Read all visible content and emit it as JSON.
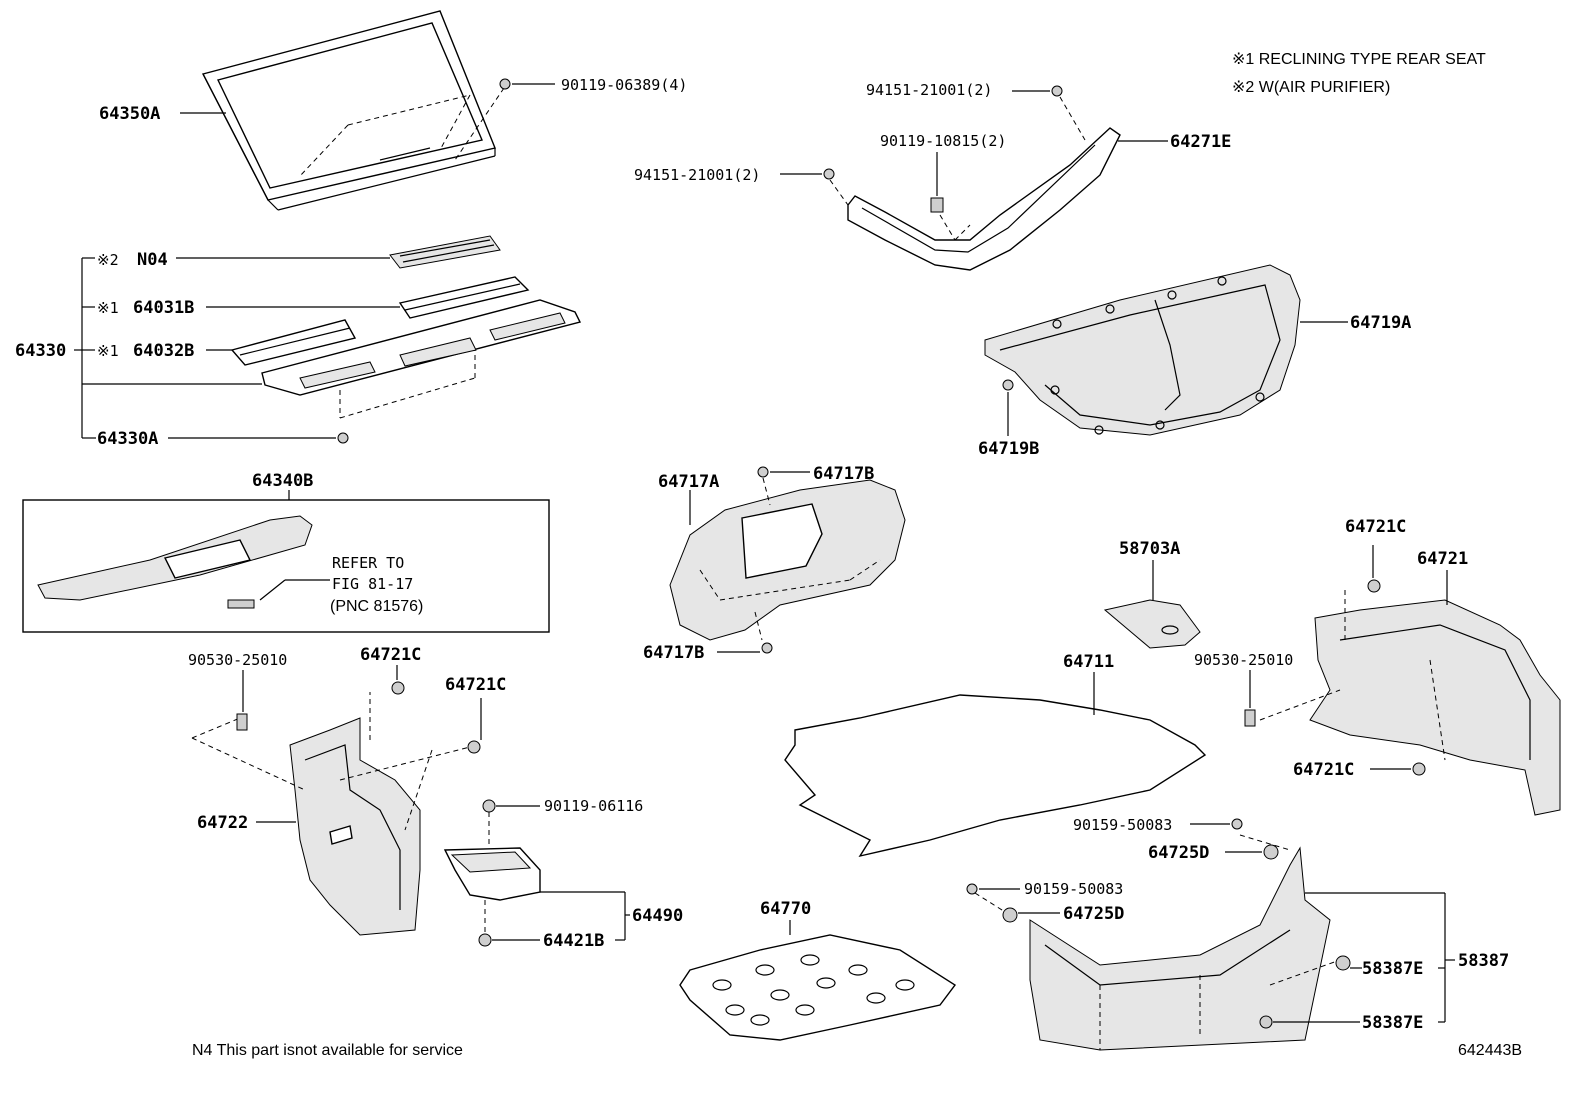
{
  "notes": {
    "note1": "※1 RECLINING TYPE REAR SEAT",
    "note2": "※2  W(AIR PURIFIER)",
    "footer": "N4 This part isnot available for service",
    "figure_id": "642443B"
  },
  "labels": {
    "p64350A": "64350A",
    "p90119_06389": "90119-06389(4)",
    "p94151_top": "94151-21001(2)",
    "p90119_10815": "90119-10815(2)",
    "p64271E": "64271E",
    "p94151_left": "94151-21001(2)",
    "pN04_mark": "※2",
    "pN04": "N04",
    "p64031B_mark": "※1",
    "p64031B": "64031B",
    "p64330": "64330",
    "p64032B_mark": "※1",
    "p64032B": "64032B",
    "p64330A": "64330A",
    "p64719A": "64719A",
    "p64719B": "64719B",
    "p64340B": "64340B",
    "refer1": "REFER TO",
    "refer2": "FIG 81-17",
    "refer3": "(PNC 81576)",
    "p64717A": "64717A",
    "p64717B_top": "64717B",
    "p64717B_bot": "64717B",
    "p58703A": "58703A",
    "p64721C_right_top": "64721C",
    "p64721": "64721",
    "p90530_right": "90530-25010",
    "p64721C_right_bot": "64721C",
    "p90530_left": "90530-25010",
    "p64721C_left1": "64721C",
    "p64721C_left2": "64721C",
    "p64722": "64722",
    "p90119_06116": "90119-06116",
    "p64490": "64490",
    "p64421B": "64421B",
    "p64711": "64711",
    "p90159_a": "90159-50083",
    "p64725D_a": "64725D",
    "p90159_b": "90159-50083",
    "p64725D_b": "64725D",
    "p64770": "64770",
    "p58387": "58387",
    "p58387E_a": "58387E",
    "p58387E_b": "58387E"
  }
}
